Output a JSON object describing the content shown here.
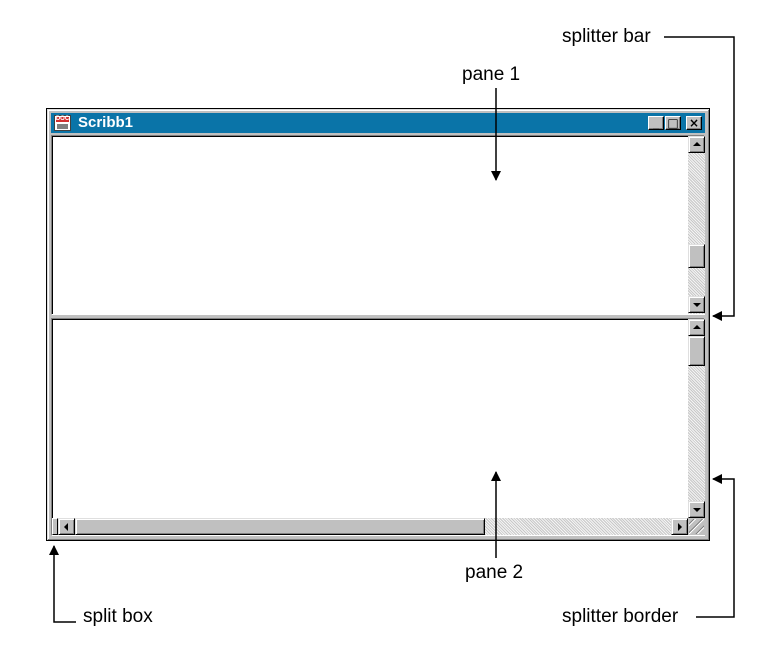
{
  "window": {
    "title": "Scribb1",
    "icon_text": "DOC",
    "controls": {
      "minimize": "_",
      "maximize": "□",
      "close": "×"
    }
  },
  "annotations": {
    "splitter_bar": "splitter bar",
    "pane_1": "pane 1",
    "pane_2": "pane 2",
    "split_box": "split box",
    "splitter_border": "splitter border"
  },
  "colors": {
    "titlebar": "#0a74a8",
    "face": "#c0c0c0",
    "pane_bg": "#ffffff"
  }
}
